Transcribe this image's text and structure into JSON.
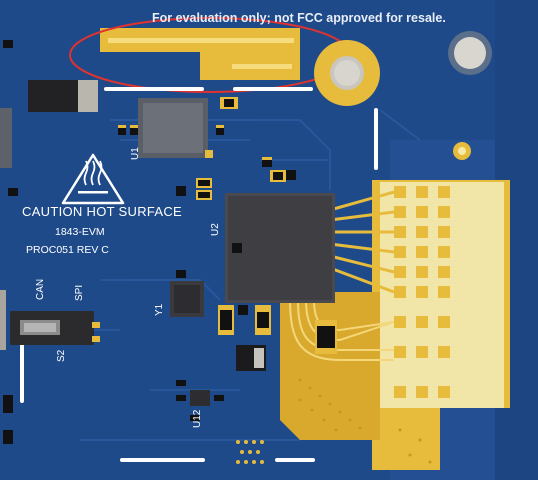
{
  "labels": {
    "banner": "For evaluation only; not FCC approved for resale.",
    "caution": "CAUTION HOT SURFACE",
    "board_name": "1843-EVM",
    "revision": "PROC051 REV C",
    "can": "CAN",
    "spi": "SPI",
    "switch": "S2",
    "u1": "U1",
    "u2": "U2",
    "y1": "Y1",
    "u12": "U12"
  },
  "colors": {
    "pcb": "#1f4a8a",
    "gold": "#e7bb3c",
    "silkscreen": "#ffffff",
    "highlight_ellipse": "#e0322e"
  },
  "icons": {
    "hot_surface": "hot-surface-warning-icon"
  }
}
